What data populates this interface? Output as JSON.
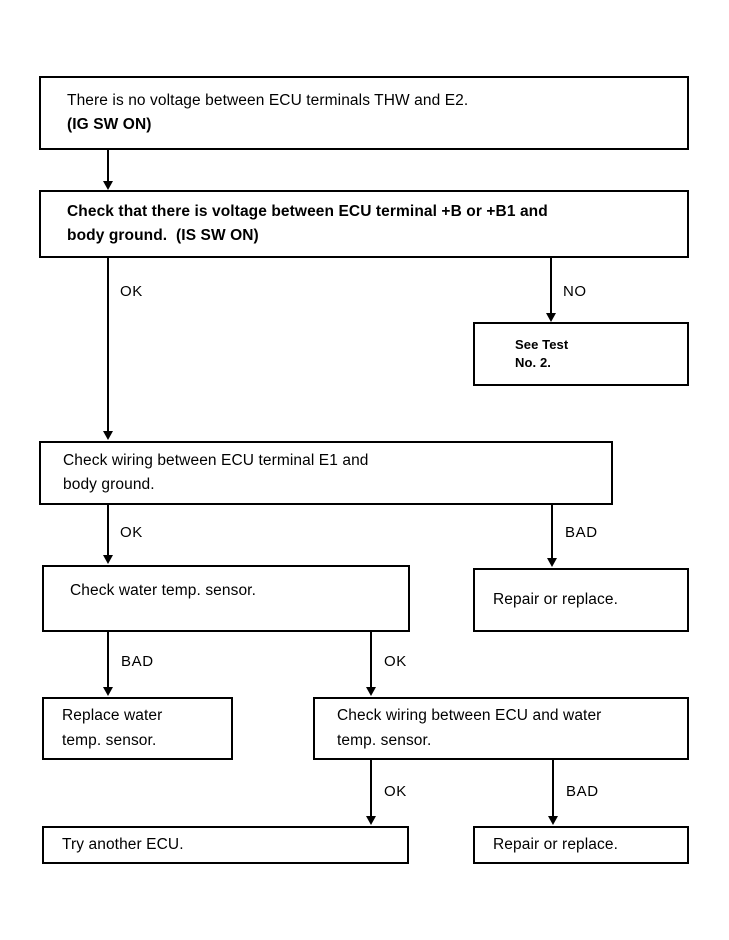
{
  "diagram": {
    "type": "flowchart",
    "title": "ECU terminal THW / E2 no-voltage troubleshooting chart",
    "nodes": [
      {
        "id": "start",
        "lines": [
          "There is no voltage between ECU terminals THW and E2.",
          "(IG SW ON)"
        ],
        "bold_lines": [
          false,
          true
        ]
      },
      {
        "id": "check-b-voltage",
        "lines": [
          "Check that there is voltage between ECU terminal +B or +B1 and",
          "body ground.  (IS SW ON)"
        ],
        "bold_lines": [
          true,
          true
        ]
      },
      {
        "id": "see-test-2",
        "lines": [
          "See Test",
          "No. 2."
        ],
        "bold_lines": [
          true,
          true
        ]
      },
      {
        "id": "check-e1-wiring",
        "lines": [
          "Check wiring between ECU terminal E1 and",
          "body ground."
        ],
        "bold_lines": [
          false,
          false
        ]
      },
      {
        "id": "check-water-temp-sensor",
        "lines": [
          "Check water temp. sensor."
        ],
        "bold_lines": [
          false
        ]
      },
      {
        "id": "repair-or-replace-upper",
        "lines": [
          "Repair or replace."
        ],
        "bold_lines": [
          false
        ]
      },
      {
        "id": "replace-water-temp-sensor",
        "lines": [
          "Replace water",
          "temp. sensor."
        ],
        "bold_lines": [
          false,
          false
        ]
      },
      {
        "id": "check-ecu-sensor-wiring",
        "lines": [
          "Check wiring between ECU and water",
          "temp. sensor."
        ],
        "bold_lines": [
          false,
          false
        ]
      },
      {
        "id": "try-another-ecu",
        "lines": [
          "Try another ECU."
        ],
        "bold_lines": [
          false
        ]
      },
      {
        "id": "repair-or-replace-lower",
        "lines": [
          "Repair or replace."
        ],
        "bold_lines": [
          false
        ]
      }
    ],
    "edge_labels": {
      "start_to_check_b": "",
      "b_ok": "OK",
      "b_no": "NO",
      "e1_ok": "OK",
      "e1_bad": "BAD",
      "sensor_bad": "BAD",
      "sensor_ok": "OK",
      "wiring_ok": "OK",
      "wiring_bad": "BAD"
    },
    "colors": {
      "stroke": "#000000",
      "background": "#ffffff",
      "text": "#000000"
    }
  }
}
